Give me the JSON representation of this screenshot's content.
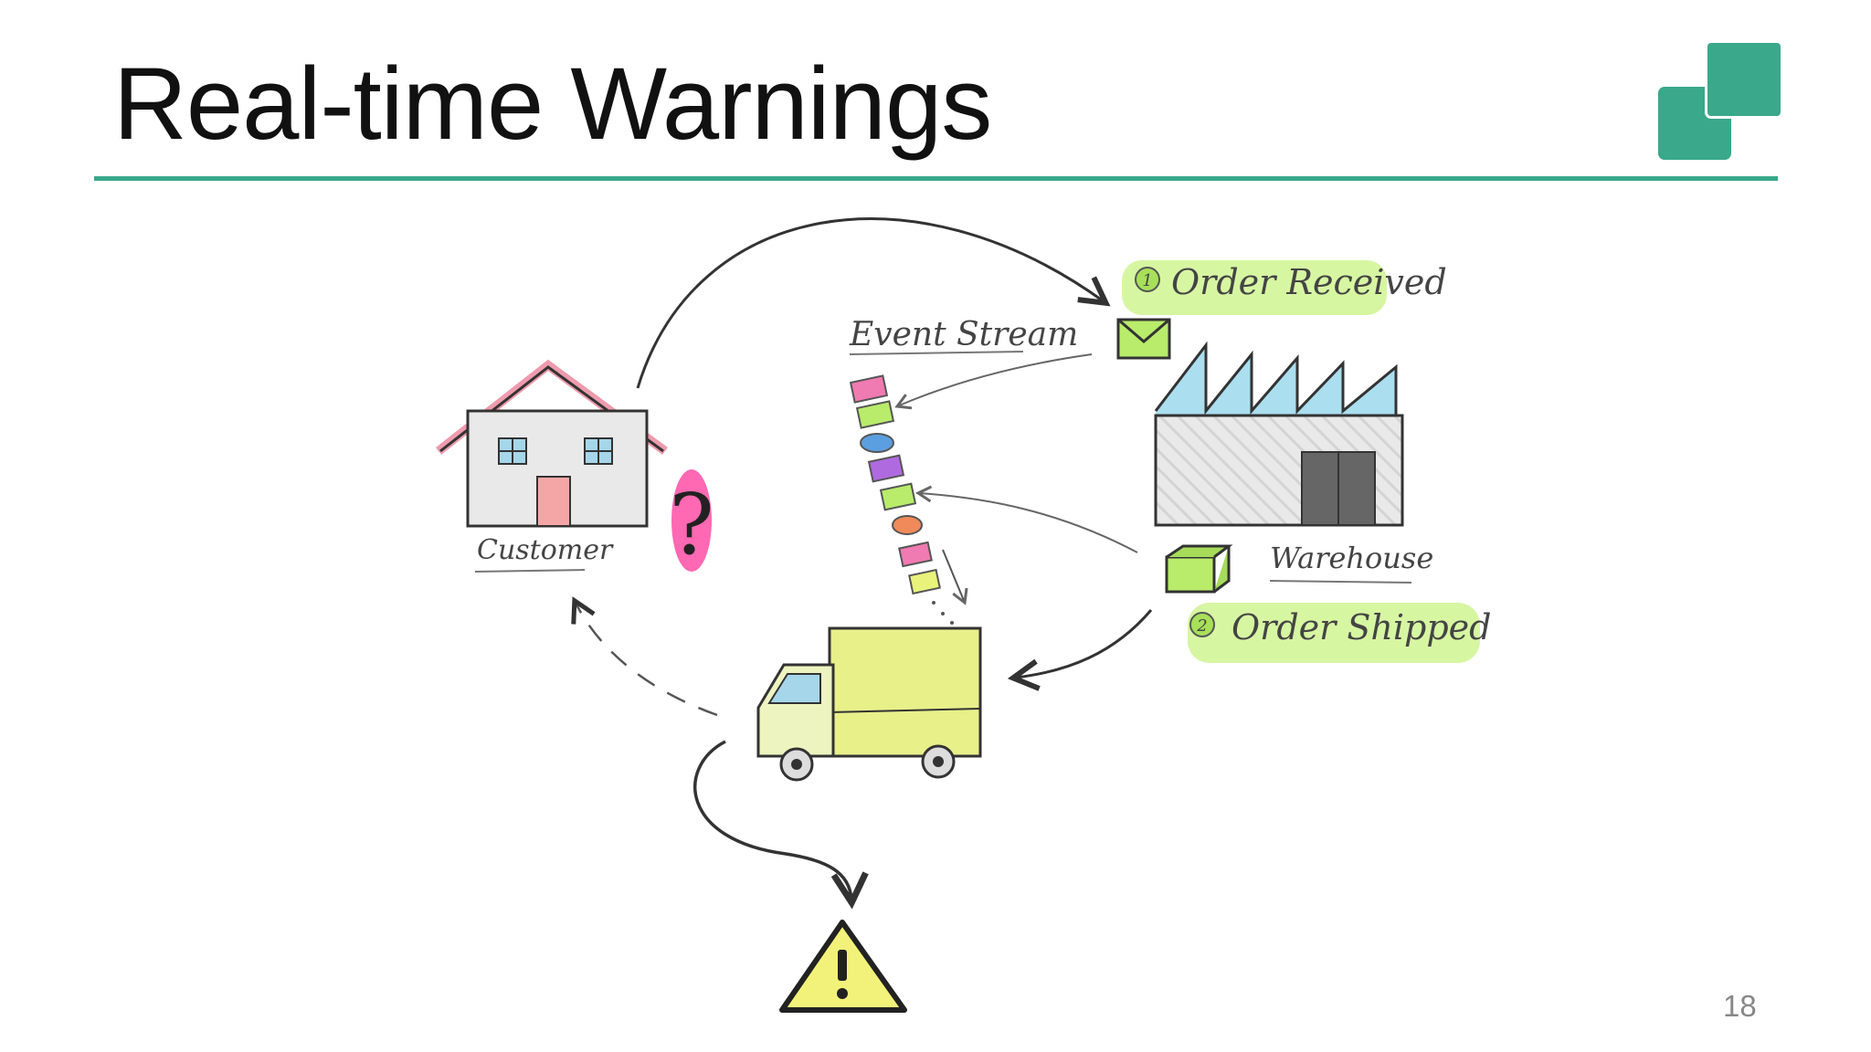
{
  "slide": {
    "title": "Real-time Warnings",
    "page_number": "18",
    "accent_color": "#3aa88a"
  },
  "diagram": {
    "labels": {
      "event_stream": "Event Stream",
      "customer": "Customer",
      "warehouse": "Warehouse",
      "order_received": "Order Received",
      "order_shipped": "Order Shipped",
      "step1": "1",
      "step2": "2"
    },
    "colors": {
      "highlight_green": "#c6f27a",
      "question_pink": "#ff4da6",
      "roof_red": "#e0486a",
      "warehouse_roof_blue": "#8fd3ea",
      "truck_yellow": "#e8f08a",
      "warning_yellow": "#f2f27a"
    },
    "icons": [
      "house-icon",
      "question-mark-icon",
      "warehouse-icon",
      "envelope-icon",
      "package-icon",
      "truck-icon",
      "warning-icon"
    ]
  }
}
